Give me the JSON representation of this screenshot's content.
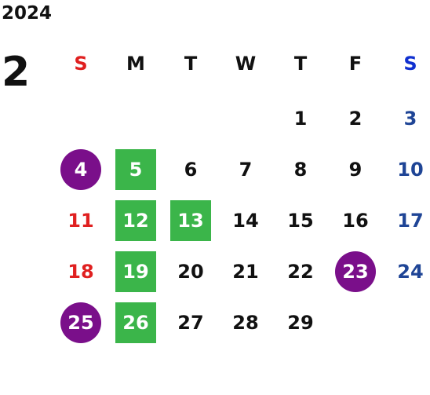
{
  "year": "2024",
  "month": "2",
  "weekdays": [
    "S",
    "M",
    "T",
    "W",
    "T",
    "F",
    "S"
  ],
  "weeks": [
    [
      "",
      "",
      "",
      "",
      "1",
      "2",
      "3"
    ],
    [
      "4",
      "5",
      "6",
      "7",
      "8",
      "9",
      "10"
    ],
    [
      "11",
      "12",
      "13",
      "14",
      "15",
      "16",
      "17"
    ],
    [
      "18",
      "19",
      "20",
      "21",
      "22",
      "23",
      "24"
    ],
    [
      "25",
      "26",
      "27",
      "28",
      "29",
      "",
      ""
    ]
  ],
  "highlights": {
    "green_square": [
      "5",
      "12",
      "13",
      "19",
      "26"
    ],
    "purple_circle": [
      "4",
      "23",
      "25"
    ]
  },
  "colors": {
    "sunday": "#e02020",
    "saturday": "#1f4596",
    "saturday_header": "#1030d0",
    "green_square": "#3bb54a",
    "purple_circle": "#7a0f8a",
    "text": "#111111"
  }
}
